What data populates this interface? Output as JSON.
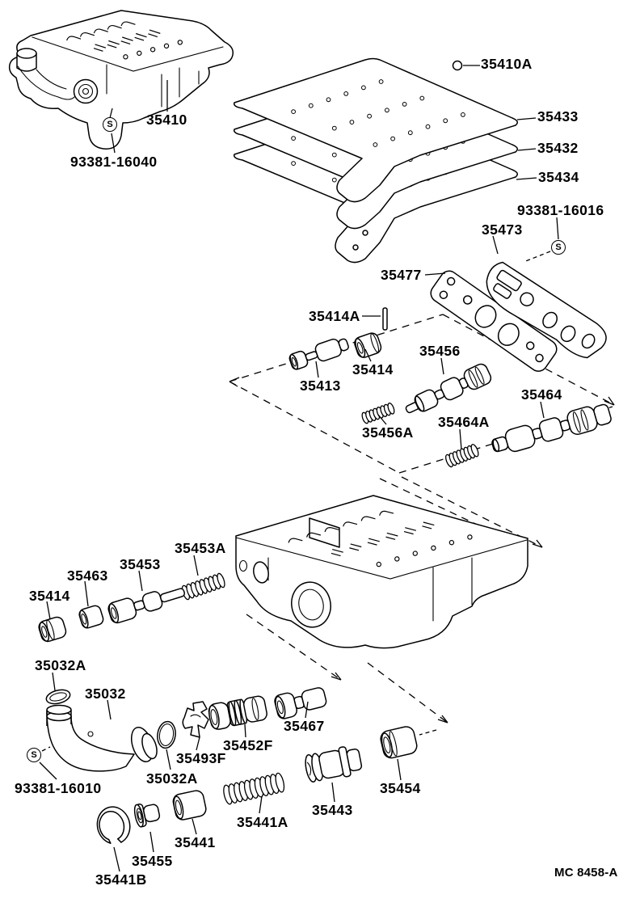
{
  "colors": {
    "ink": "#000000",
    "background": "#ffffff"
  },
  "screw_symbol": "S",
  "footer": {
    "code": "MC 8458-A"
  },
  "parts": {
    "upper_body": "35410",
    "upper_body_bolt": "93381-16040",
    "check_ball": "35410A",
    "plate_1": "35433",
    "plate_2": "35432",
    "plate_3": "35434",
    "bracket_bolt": "93381-16016",
    "bracket": "35473",
    "gasket": "35477",
    "pin": "35414A",
    "plug_upper": "35414",
    "valve_a": "35413",
    "valve_b": "35456",
    "spring_b": "35456A",
    "spring_c": "35464A",
    "valve_c": "35464",
    "spring_d": "35453A",
    "valve_d": "35453",
    "sleeve": "35463",
    "plug_lower": "35414",
    "oring_a": "35032A",
    "oil_tube": "35032",
    "tube_bolt": "93381-16010",
    "oring_b": "35032A",
    "clamp": "35493F",
    "piston_a": "35452F",
    "valve_e": "35467",
    "spring_e": "35441A",
    "piston_b": "35443",
    "plug_c": "35454",
    "snap_ring": "35441B",
    "piston_c": "35455",
    "piston_d": "35441"
  }
}
